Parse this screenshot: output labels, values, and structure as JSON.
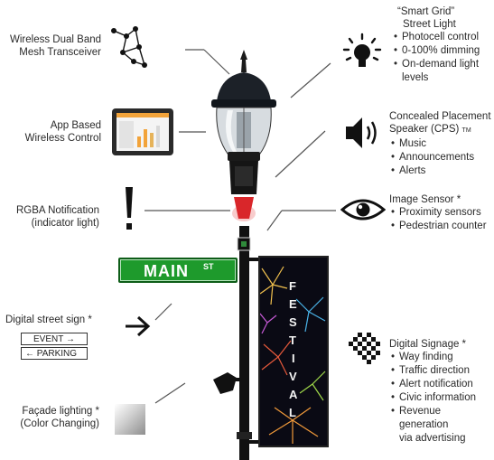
{
  "left_labels": {
    "transceiver": [
      "Wireless Dual Band",
      "Mesh Transceiver"
    ],
    "app_control": [
      "App Based",
      "Wireless Control"
    ],
    "rgba": [
      "RGBA Notification",
      "(indicator light)"
    ],
    "digital_sign": [
      "Digital street sign *"
    ],
    "facade": [
      "Façade lighting *",
      "(Color Changing)"
    ]
  },
  "street_sign": {
    "name": "MAIN",
    "suffix": "ST"
  },
  "mini_signs": {
    "event": "EVENT",
    "parking": "PARKING",
    "event_arrow": "→",
    "parking_arrow": "←"
  },
  "right_features": {
    "smart_grid": {
      "title": [
        "“Smart Grid”",
        "Street Light"
      ],
      "bullets": [
        "Photocell control",
        "0-100% dimming",
        "On-demand light",
        "levels"
      ]
    },
    "speaker": {
      "title": [
        "Concealed Placement",
        "Speaker (CPS)"
      ],
      "tm": "TM",
      "bullets": [
        "Music",
        "Announcements",
        "Alerts"
      ]
    },
    "image_sensor": {
      "title": "Image Sensor *",
      "bullets": [
        "Proximity sensors",
        "Pedestrian counter"
      ]
    },
    "signage": {
      "title": "Digital Signage *",
      "bullets": [
        "Way finding",
        "Traffic direction",
        "Alert notification",
        "Civic information",
        "Revenue generation",
        "via advertising"
      ]
    }
  },
  "banner": {
    "letters": [
      "F",
      "E",
      "S",
      "T",
      "I",
      "V",
      "A",
      "L"
    ]
  },
  "colors": {
    "sign_green": "#1e9a2c",
    "pole": "#111111",
    "line": "#555555",
    "banner_bg": "#0a0a14",
    "red_glow": "#d9262a"
  },
  "icons": [
    "mesh-network-icon",
    "tablet-app-icon",
    "exclamation-icon",
    "right-arrow-icon",
    "color-gradient-icon",
    "light-bulb-icon",
    "speaker-icon",
    "eye-icon",
    "pixel-grid-icon"
  ]
}
